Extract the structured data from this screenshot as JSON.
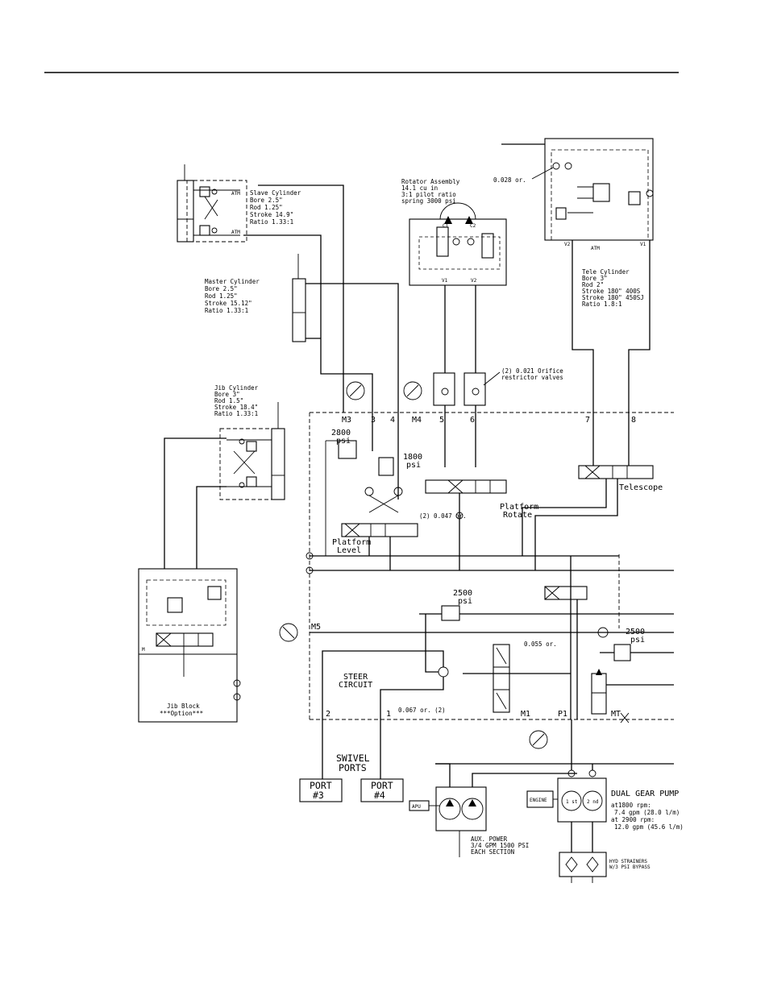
{
  "slave_cylinder": {
    "lines": [
      "Slave Cylinder",
      "Bore      2.5\"",
      "Rod       1.25\"",
      "Stroke  14.9\"",
      "Ratio  1.33:1"
    ],
    "atm_top": "ATM",
    "atm_bottom": "ATM"
  },
  "master_cylinder": {
    "lines": [
      "Master Cylinder",
      "Bore       2.5\"",
      "Rod        1.25\"",
      "Stroke 15.12\"",
      "Ratio  1.33:1"
    ]
  },
  "jib_cylinder": {
    "lines": [
      "Jib Cylinder",
      "Bore        3\"",
      "Rod       1.5\"",
      "Stroke 18.4\"",
      "Ratio 1.33:1"
    ]
  },
  "rotator": {
    "lines": [
      "Rotator Assembly",
      "14.1 cu in",
      "3:1 pilot ratio",
      "spring 3000 psi"
    ],
    "c1": "C1",
    "c2": "C2",
    "v1": "V1",
    "v2": "V2"
  },
  "tele_block": {
    "orifice": "0.028 or.",
    "v2": "V2",
    "atm": "ATM",
    "v1": "V1"
  },
  "tele_cylinder": {
    "lines": [
      "Tele Cylinder",
      "Bore        3\"",
      "Rod         2\"",
      "Stroke    180\" 400S",
      "Stroke    180\" 450SJ",
      "Ratio        1.8:1"
    ]
  },
  "restrictor_note": [
    "(2) 0.021 Orifice",
    "restrictor valves"
  ],
  "ports": {
    "m3": "M3",
    "p3": "3",
    "p4": "4",
    "m4": "M4",
    "p5": "5",
    "p6": "6",
    "p7": "7",
    "p8": "8",
    "m5": "M5",
    "p2": "2",
    "p1": "1",
    "m1": "M1",
    "pp1": "P1",
    "mt": "MT"
  },
  "relief_2800": [
    "2800",
    "psi"
  ],
  "relief_1800": [
    "1800",
    "psi"
  ],
  "relief_2500_a": [
    "2500",
    "psi"
  ],
  "relief_2500_b": [
    "2500",
    "psi"
  ],
  "labels": {
    "orifice_047": "(2) 0.047 or.",
    "platform_level": [
      "Platform",
      "Level"
    ],
    "platform_rotate": [
      "Platform",
      "Rotate"
    ],
    "telescope": "Telescope",
    "steer": [
      "STEER",
      "CIRCUIT"
    ],
    "orifice_055": "0.055 or.",
    "orifice_067": "0.067 or. (2)",
    "swivel": [
      "SWIVEL",
      "PORTS"
    ],
    "port3": [
      "PORT",
      "#3"
    ],
    "port4": [
      "PORT",
      "#4"
    ],
    "apu": "APU",
    "aux_power": [
      "AUX. POWER",
      "3/4 GPM    1500 PSI",
      "EACH SECTION"
    ],
    "engine": "ENGINE",
    "dual_pump": "DUAL GEAR PUMP",
    "pump_specs": [
      "at1800 rpm:",
      "7.4 gpm (28.0 l/m)",
      "at 2900 rpm:",
      "12.0 gpm (45.6 l/m)"
    ],
    "pump_1st": "1 st",
    "pump_2nd": "2 nd",
    "strainers": [
      "HYD STRAINERS",
      "W/3 PSI BYPASS"
    ],
    "jib_block": [
      "Jib Block",
      "***Option***"
    ],
    "jib_m": "M"
  }
}
